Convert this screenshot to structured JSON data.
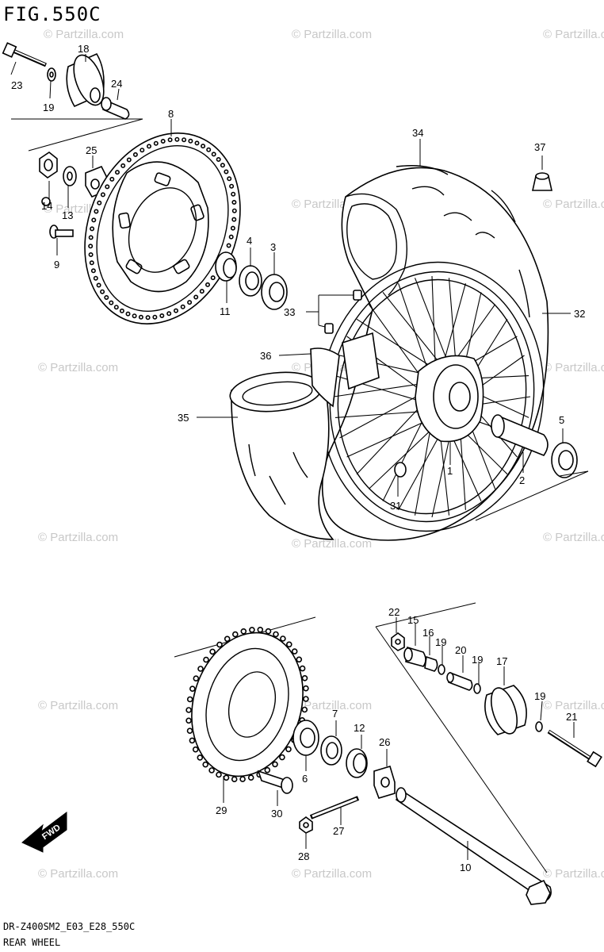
{
  "figure": {
    "title": "FIG.550C",
    "code": "DR-Z400SM2_E03_E28_550C",
    "name": "REAR WHEEL"
  },
  "watermark": "© Partzilla.com",
  "fwd_label": "FWD",
  "callouts": [
    {
      "id": "c1",
      "text": "1"
    },
    {
      "id": "c2",
      "text": "2"
    },
    {
      "id": "c3",
      "text": "3"
    },
    {
      "id": "c4",
      "text": "4"
    },
    {
      "id": "c5",
      "text": "5"
    },
    {
      "id": "c6",
      "text": "6"
    },
    {
      "id": "c7",
      "text": "7"
    },
    {
      "id": "c8",
      "text": "8"
    },
    {
      "id": "c9",
      "text": "9"
    },
    {
      "id": "c10",
      "text": "10"
    },
    {
      "id": "c11",
      "text": "11"
    },
    {
      "id": "c12",
      "text": "12"
    },
    {
      "id": "c13",
      "text": "13"
    },
    {
      "id": "c14",
      "text": "14"
    },
    {
      "id": "c15",
      "text": "15"
    },
    {
      "id": "c16",
      "text": "16"
    },
    {
      "id": "c17",
      "text": "17"
    },
    {
      "id": "c18",
      "text": "18"
    },
    {
      "id": "c19a",
      "text": "19"
    },
    {
      "id": "c19b",
      "text": "19"
    },
    {
      "id": "c19c",
      "text": "19"
    },
    {
      "id": "c19d",
      "text": "19"
    },
    {
      "id": "c20",
      "text": "20"
    },
    {
      "id": "c21",
      "text": "21"
    },
    {
      "id": "c22",
      "text": "22"
    },
    {
      "id": "c23",
      "text": "23"
    },
    {
      "id": "c24",
      "text": "24"
    },
    {
      "id": "c25",
      "text": "25"
    },
    {
      "id": "c26",
      "text": "26"
    },
    {
      "id": "c27",
      "text": "27"
    },
    {
      "id": "c28",
      "text": "28"
    },
    {
      "id": "c29",
      "text": "29"
    },
    {
      "id": "c30",
      "text": "30"
    },
    {
      "id": "c31",
      "text": "31"
    },
    {
      "id": "c32",
      "text": "32"
    },
    {
      "id": "c33",
      "text": "33"
    },
    {
      "id": "c34",
      "text": "34"
    },
    {
      "id": "c35",
      "text": "35"
    },
    {
      "id": "c36",
      "text": "36"
    },
    {
      "id": "c37",
      "text": "37"
    }
  ]
}
